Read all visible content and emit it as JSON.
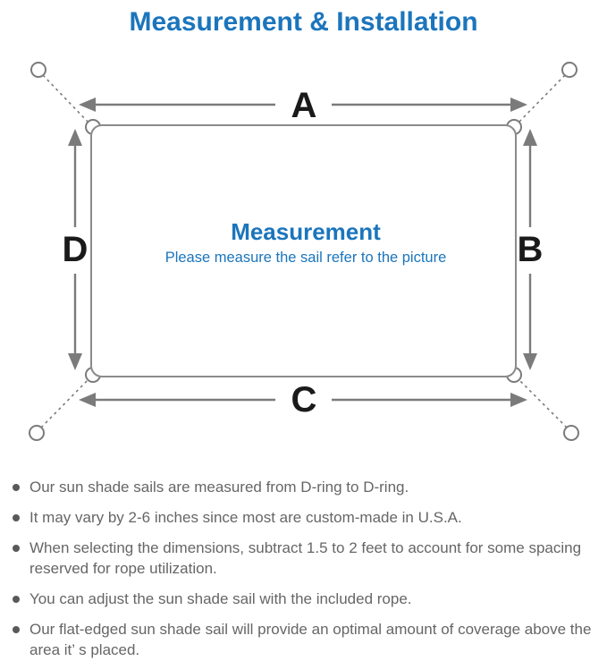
{
  "title": "Measurement & Installation",
  "colors": {
    "accent_blue": "#1b75bc",
    "diagram_line_gray": "#7b7b7b",
    "label_black": "#1a1a1a",
    "body_text_gray": "#666666"
  },
  "diagram": {
    "side_labels": {
      "top": "A",
      "right": "B",
      "bottom": "C",
      "left": "D"
    },
    "center_heading": "Measurement",
    "center_note": "Please measure the sail refer to the picture"
  },
  "notes": {
    "items": [
      "Our sun shade sails are measured from D-ring to D-ring.",
      "It may vary by 2-6 inches since most are custom-made in U.S.A.",
      "When selecting the dimensions, subtract 1.5 to 2 feet to account for some spacing reserved for rope utilization.",
      "You can adjust the sun shade sail with the included rope.",
      "Our flat-edged sun shade sail will provide an optimal amount of coverage above the area it’ s placed."
    ]
  }
}
